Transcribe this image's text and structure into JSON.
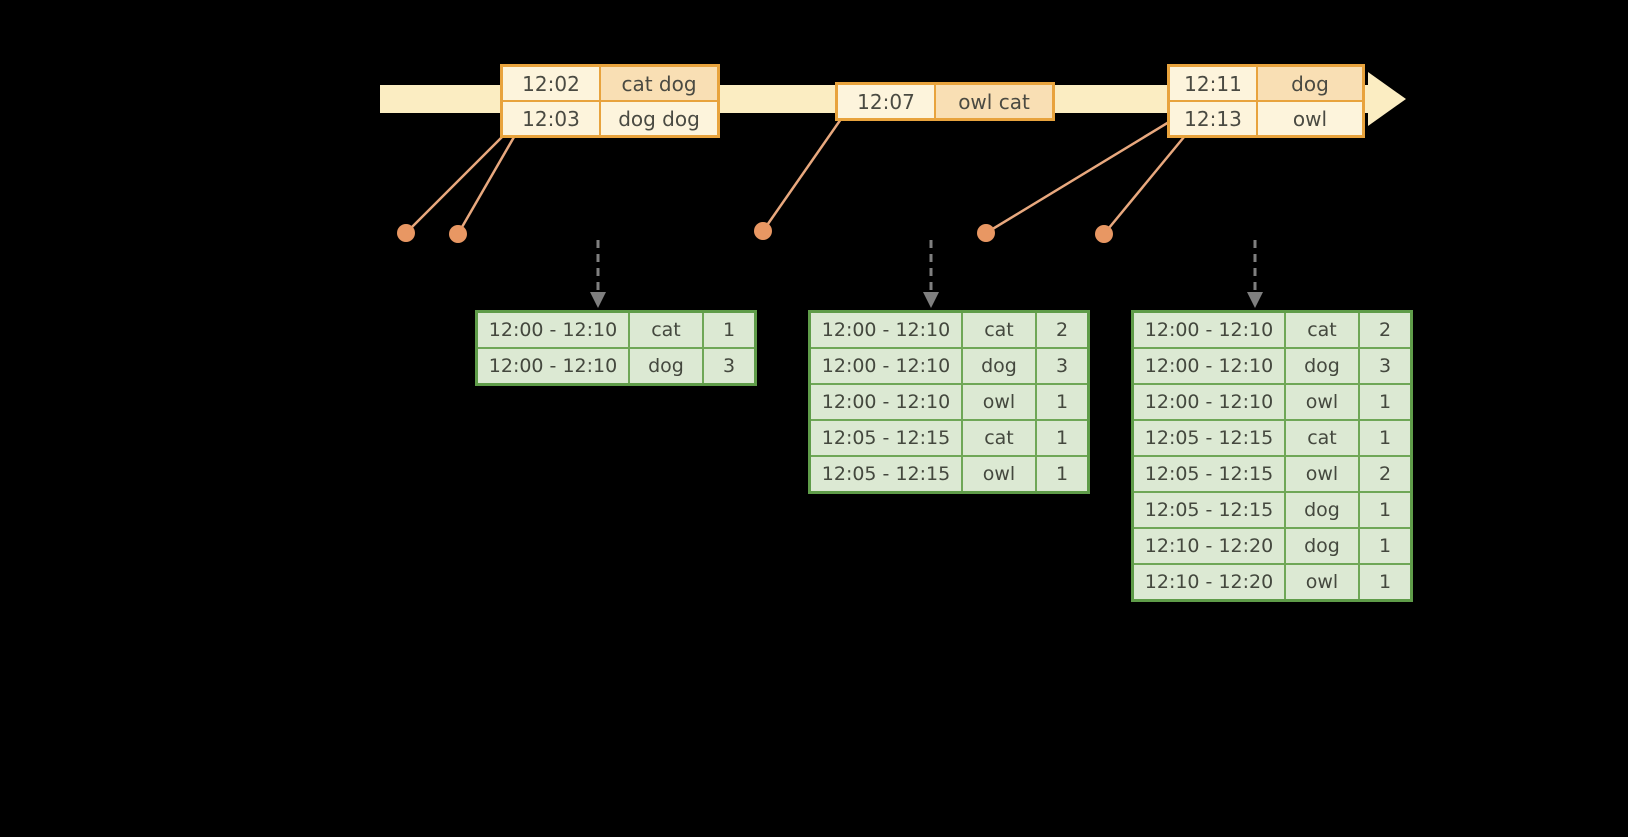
{
  "colors": {
    "background": "#000000",
    "timeline_fill": "#FBEDC2",
    "event_border": "#E8A33D",
    "event_cell_light": "#FDF4DC",
    "event_cell_peach": "#F9DFB4",
    "event_text": "#4A4A42",
    "dot_fill": "#E89763",
    "connector_stroke": "#E8A87E",
    "trigger_arrow": "#7F7F7F",
    "result_border": "#5F9C49",
    "result_grid": "#6FA757",
    "result_cell_fill": "#DCE9D3",
    "result_text": "#44483E"
  },
  "timeline": {
    "event_boxes": [
      {
        "rows": [
          {
            "time": "12:02",
            "words": "cat dog",
            "highlight": true
          },
          {
            "time": "12:03",
            "words": "dog dog",
            "highlight": false
          }
        ]
      },
      {
        "rows": [
          {
            "time": "12:07",
            "words": "owl cat",
            "highlight": true
          }
        ]
      },
      {
        "rows": [
          {
            "time": "12:11",
            "words": "dog",
            "highlight": true
          },
          {
            "time": "12:13",
            "words": "owl",
            "highlight": false
          }
        ]
      }
    ]
  },
  "result_tables": [
    {
      "rows": [
        {
          "window": "12:00 - 12:10",
          "word": "cat",
          "count": "1"
        },
        {
          "window": "12:00 - 12:10",
          "word": "dog",
          "count": "3"
        }
      ]
    },
    {
      "rows": [
        {
          "window": "12:00 - 12:10",
          "word": "cat",
          "count": "2"
        },
        {
          "window": "12:00 - 12:10",
          "word": "dog",
          "count": "3"
        },
        {
          "window": "12:00 - 12:10",
          "word": "owl",
          "count": "1"
        },
        {
          "window": "12:05 - 12:15",
          "word": "cat",
          "count": "1"
        },
        {
          "window": "12:05 - 12:15",
          "word": "owl",
          "count": "1"
        }
      ]
    },
    {
      "rows": [
        {
          "window": "12:00 - 12:10",
          "word": "cat",
          "count": "2"
        },
        {
          "window": "12:00 - 12:10",
          "word": "dog",
          "count": "3"
        },
        {
          "window": "12:00 - 12:10",
          "word": "owl",
          "count": "1"
        },
        {
          "window": "12:05 - 12:15",
          "word": "cat",
          "count": "1"
        },
        {
          "window": "12:05 - 12:15",
          "word": "owl",
          "count": "2"
        },
        {
          "window": "12:05 - 12:15",
          "word": "dog",
          "count": "1"
        },
        {
          "window": "12:10 - 12:20",
          "word": "dog",
          "count": "1"
        },
        {
          "window": "12:10 - 12:20",
          "word": "owl",
          "count": "1"
        }
      ]
    }
  ]
}
